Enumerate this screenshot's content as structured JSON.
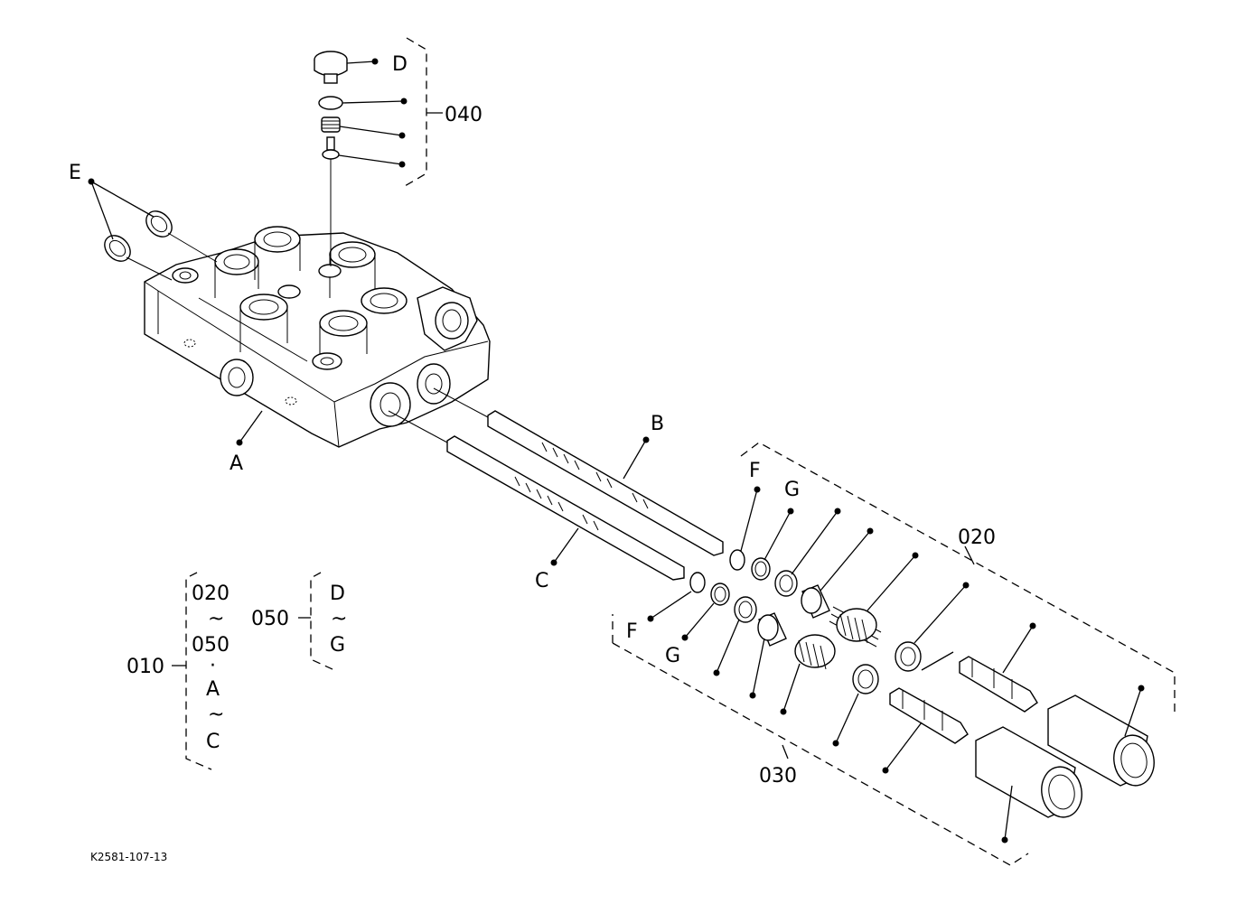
{
  "labels": {
    "A": "A",
    "B": "B",
    "C": "C",
    "D": "D",
    "E": "E",
    "F1": "F",
    "F2": "F",
    "G1": "G",
    "G2": "G"
  },
  "groups": {
    "g040": "040",
    "g020": "020",
    "g030": "030"
  },
  "legend": {
    "set010": {
      "code": "010",
      "lines": [
        "020",
        "~",
        "050",
        "·",
        "A",
        "~",
        "C"
      ]
    },
    "set050": {
      "code": "050",
      "lines": [
        "D",
        "~",
        "G"
      ]
    }
  },
  "drawing_code": "K2581-107-13"
}
